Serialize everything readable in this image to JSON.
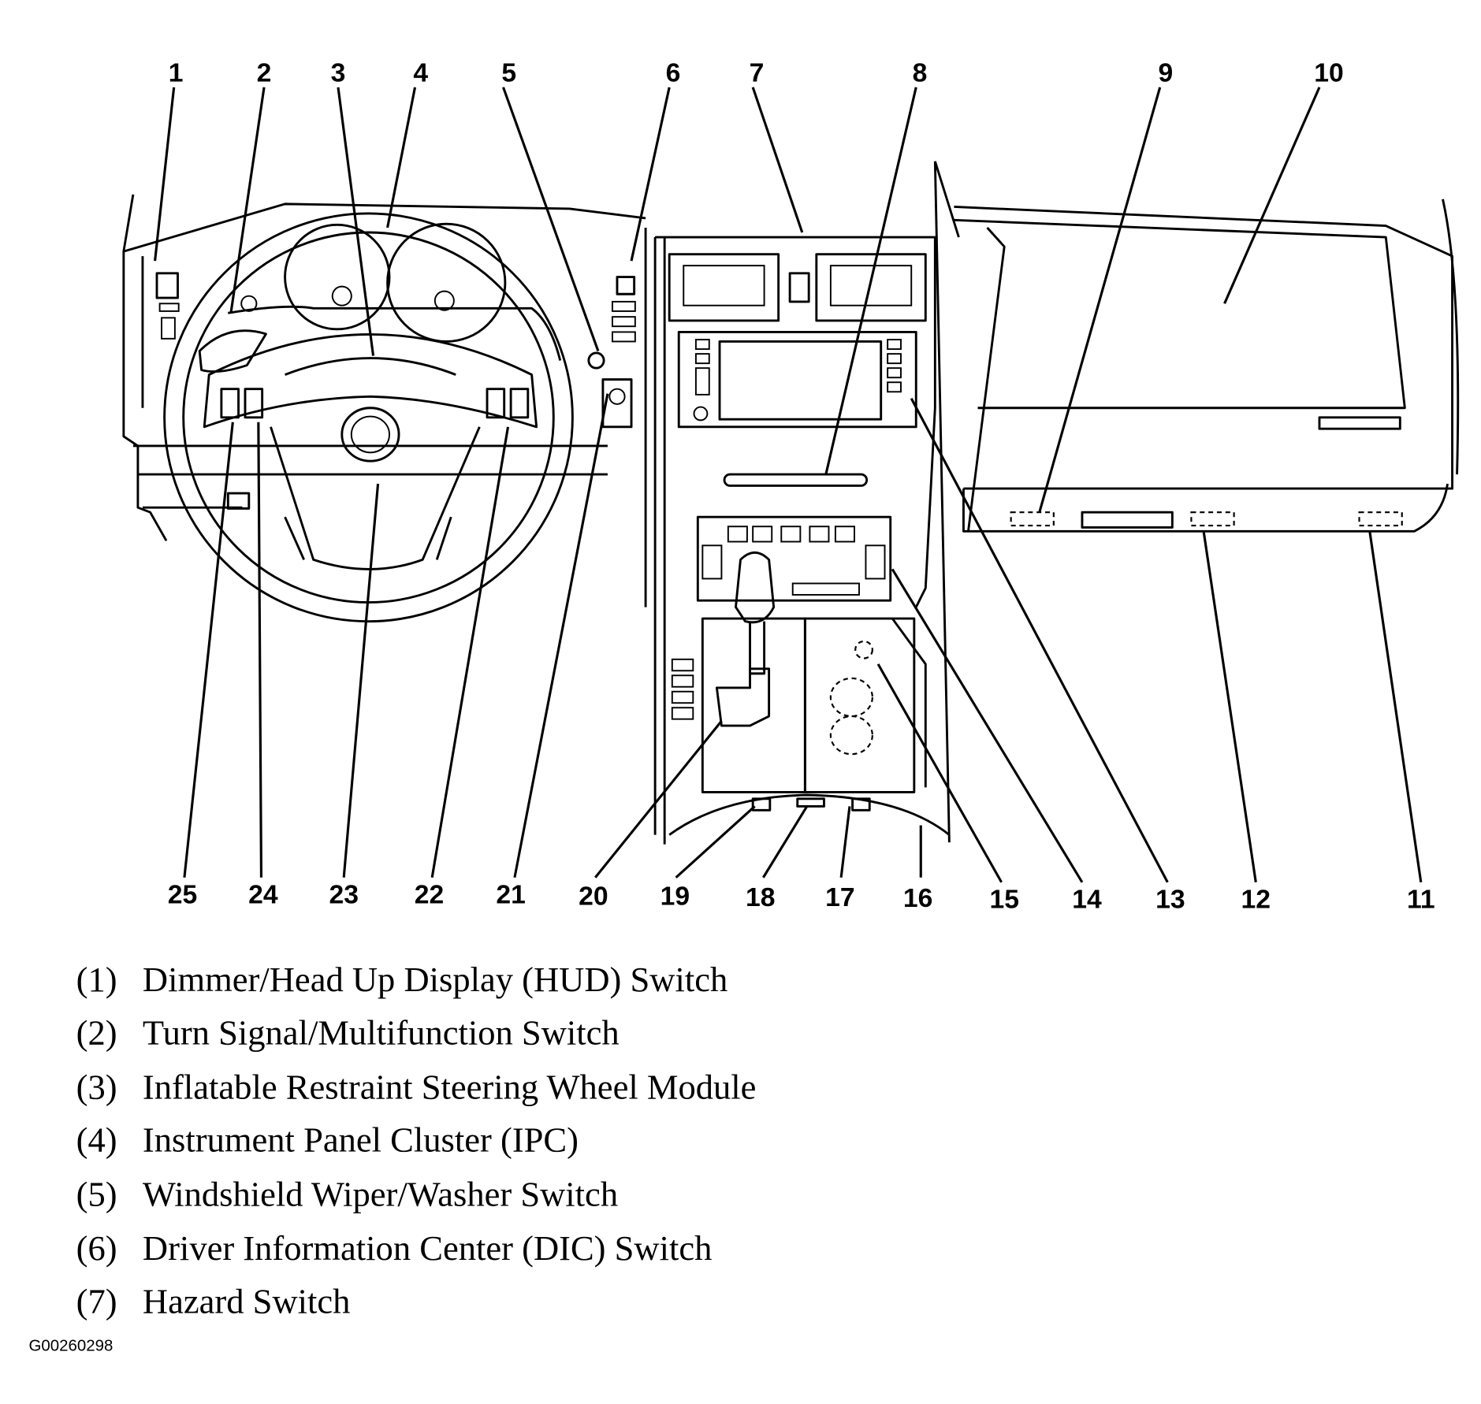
{
  "diagram": {
    "callouts_top": [
      "1",
      "2",
      "3",
      "4",
      "5",
      "6",
      "7",
      "8",
      "9",
      "10"
    ],
    "callouts_bottom": [
      "25",
      "24",
      "23",
      "22",
      "21",
      "20",
      "19",
      "18",
      "17",
      "16",
      "15",
      "14",
      "13",
      "12",
      "11"
    ]
  },
  "legend": [
    {
      "num": "(1)",
      "label": "Dimmer/Head Up Display (HUD) Switch"
    },
    {
      "num": "(2)",
      "label": "Turn Signal/Multifunction Switch"
    },
    {
      "num": "(3)",
      "label": "Inflatable Restraint Steering Wheel Module"
    },
    {
      "num": "(4)",
      "label": "Instrument Panel Cluster (IPC)"
    },
    {
      "num": "(5)",
      "label": "Windshield Wiper/Washer Switch"
    },
    {
      "num": "(6)",
      "label": "Driver Information Center (DIC) Switch"
    },
    {
      "num": "(7)",
      "label": "Hazard Switch"
    }
  ],
  "figure_code": "G00260298"
}
